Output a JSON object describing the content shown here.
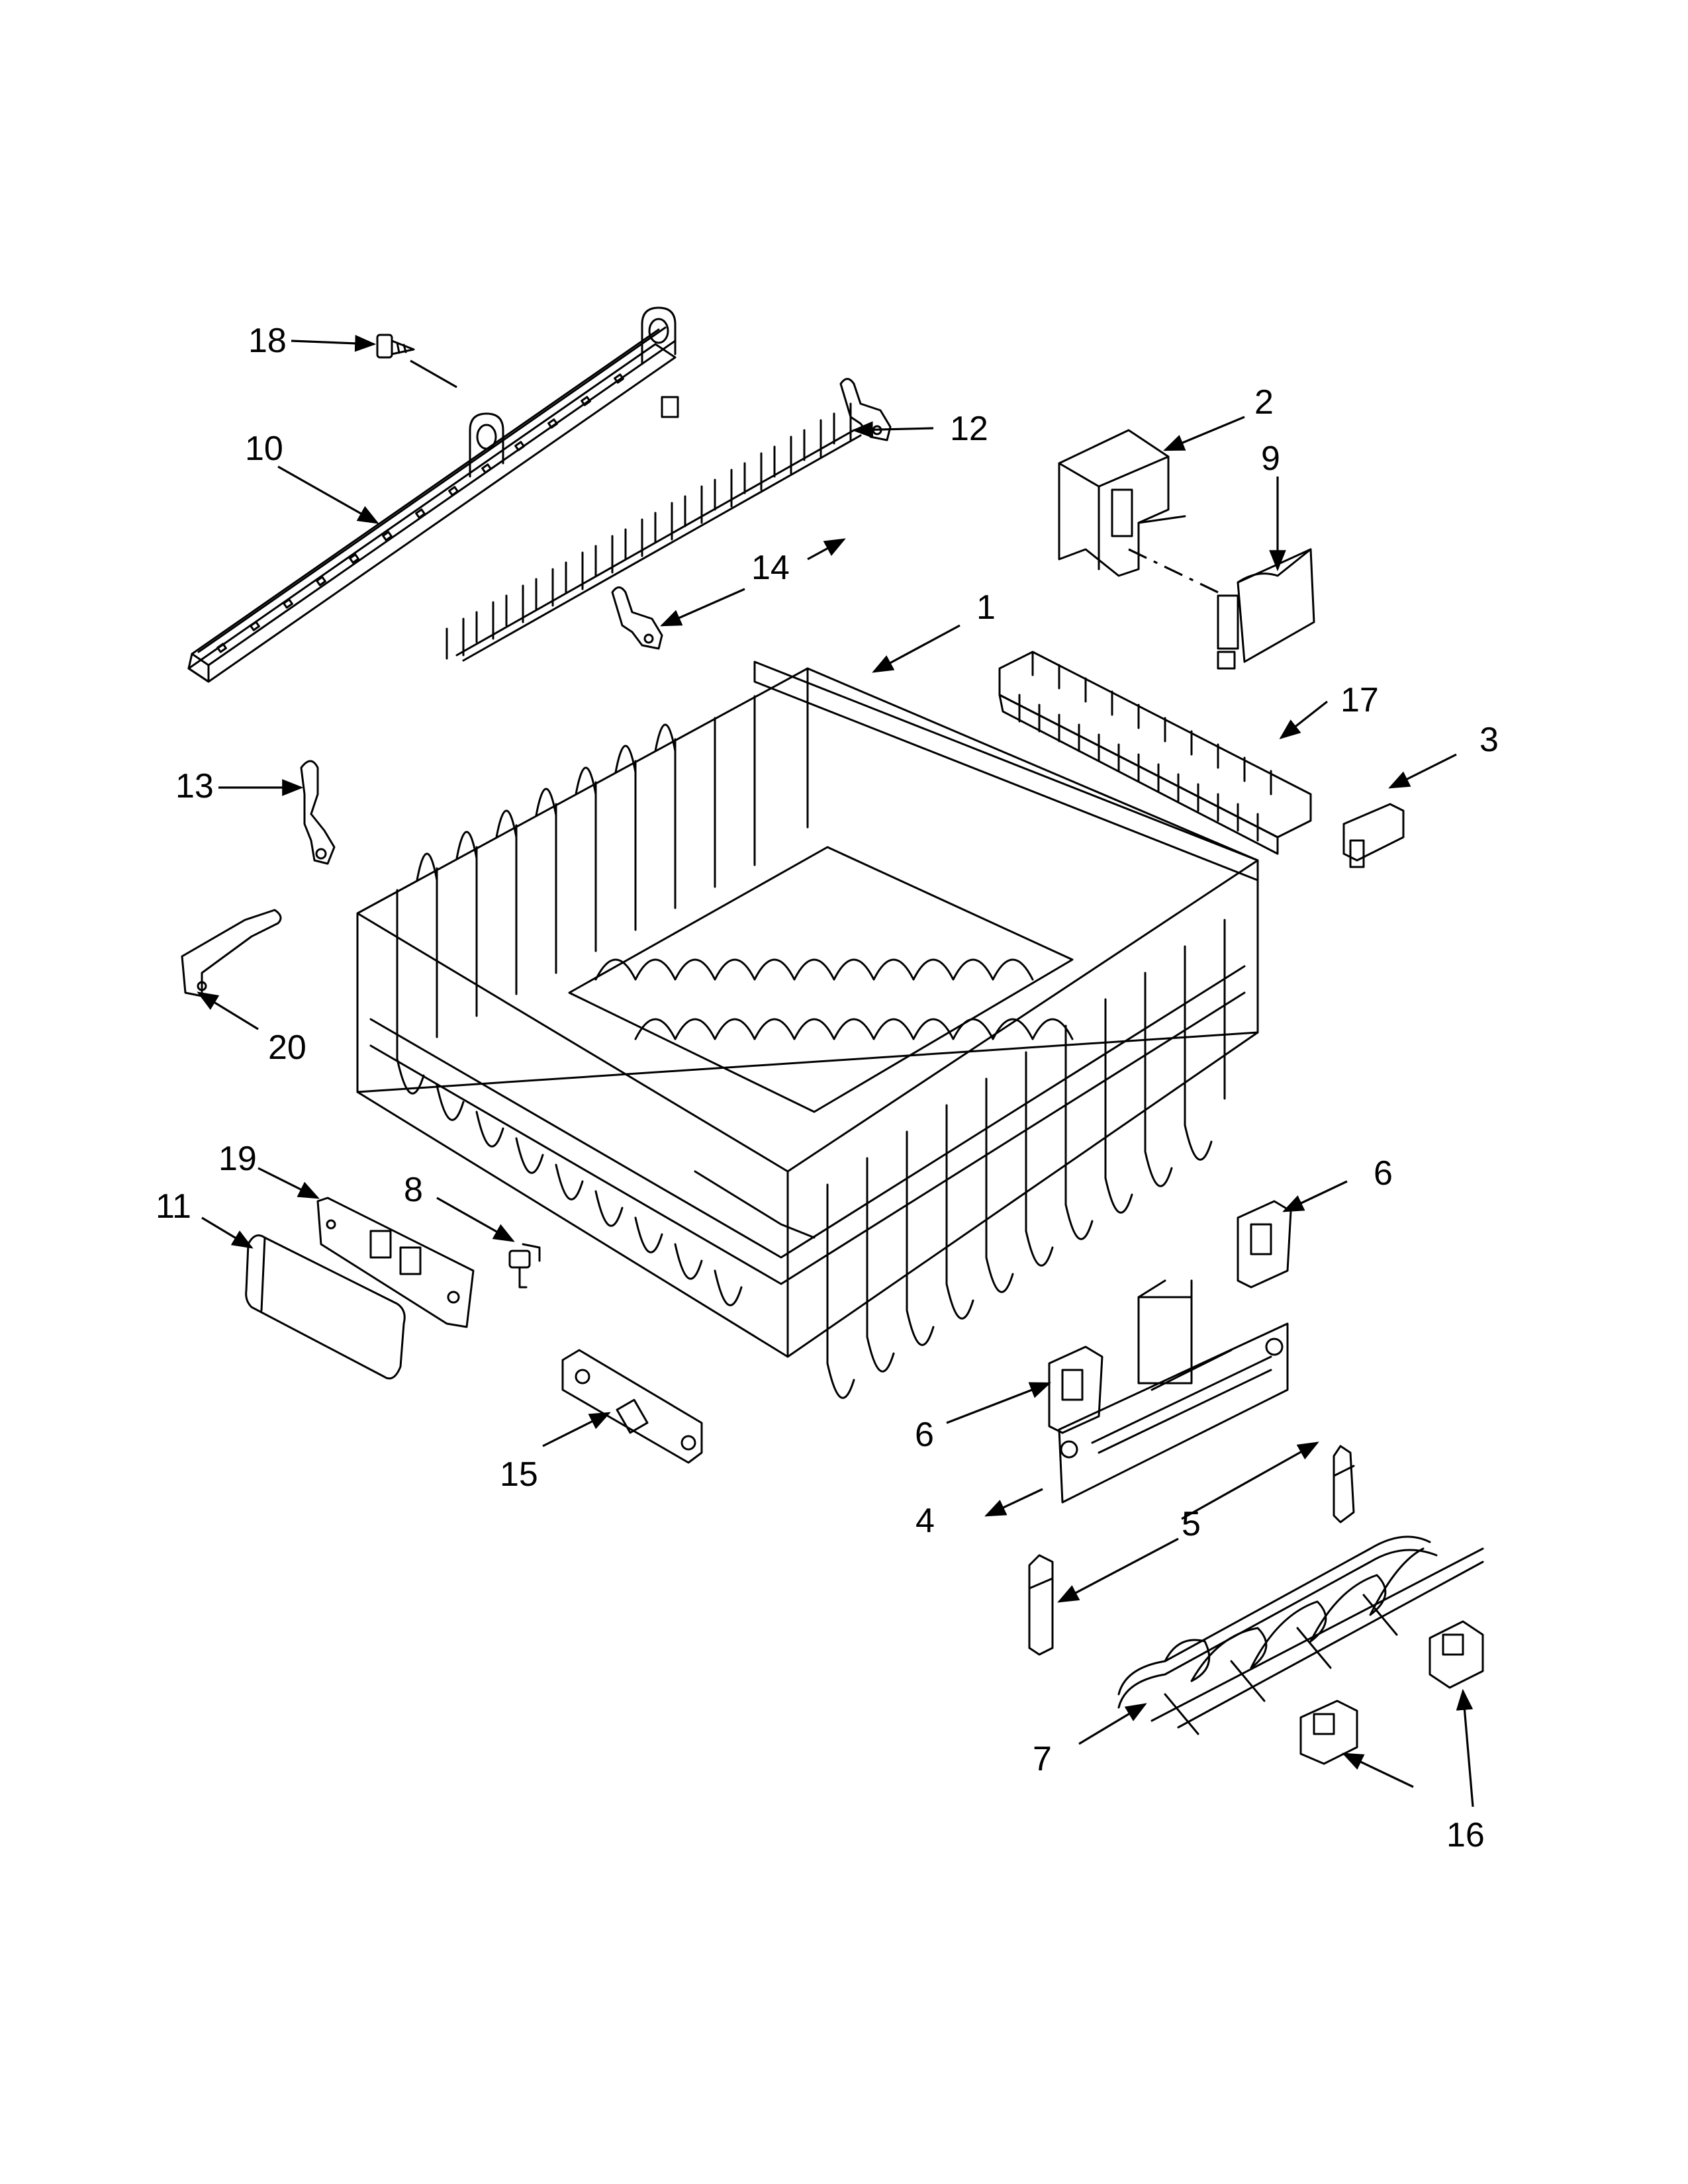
{
  "callouts": [
    {
      "id": "c1",
      "label": "1"
    },
    {
      "id": "c2",
      "label": "2"
    },
    {
      "id": "c3",
      "label": "3"
    },
    {
      "id": "c4",
      "label": "4"
    },
    {
      "id": "c5",
      "label": "5"
    },
    {
      "id": "c6a",
      "label": "6"
    },
    {
      "id": "c6b",
      "label": "6"
    },
    {
      "id": "c7",
      "label": "7"
    },
    {
      "id": "c8",
      "label": "8"
    },
    {
      "id": "c9",
      "label": "9"
    },
    {
      "id": "c10",
      "label": "10"
    },
    {
      "id": "c11",
      "label": "11"
    },
    {
      "id": "c12",
      "label": "12"
    },
    {
      "id": "c13",
      "label": "13"
    },
    {
      "id": "c14",
      "label": "14"
    },
    {
      "id": "c15",
      "label": "15"
    },
    {
      "id": "c16",
      "label": "16"
    },
    {
      "id": "c17",
      "label": "17"
    },
    {
      "id": "c18",
      "label": "18"
    },
    {
      "id": "c19",
      "label": "19"
    },
    {
      "id": "c20",
      "label": "20"
    }
  ]
}
